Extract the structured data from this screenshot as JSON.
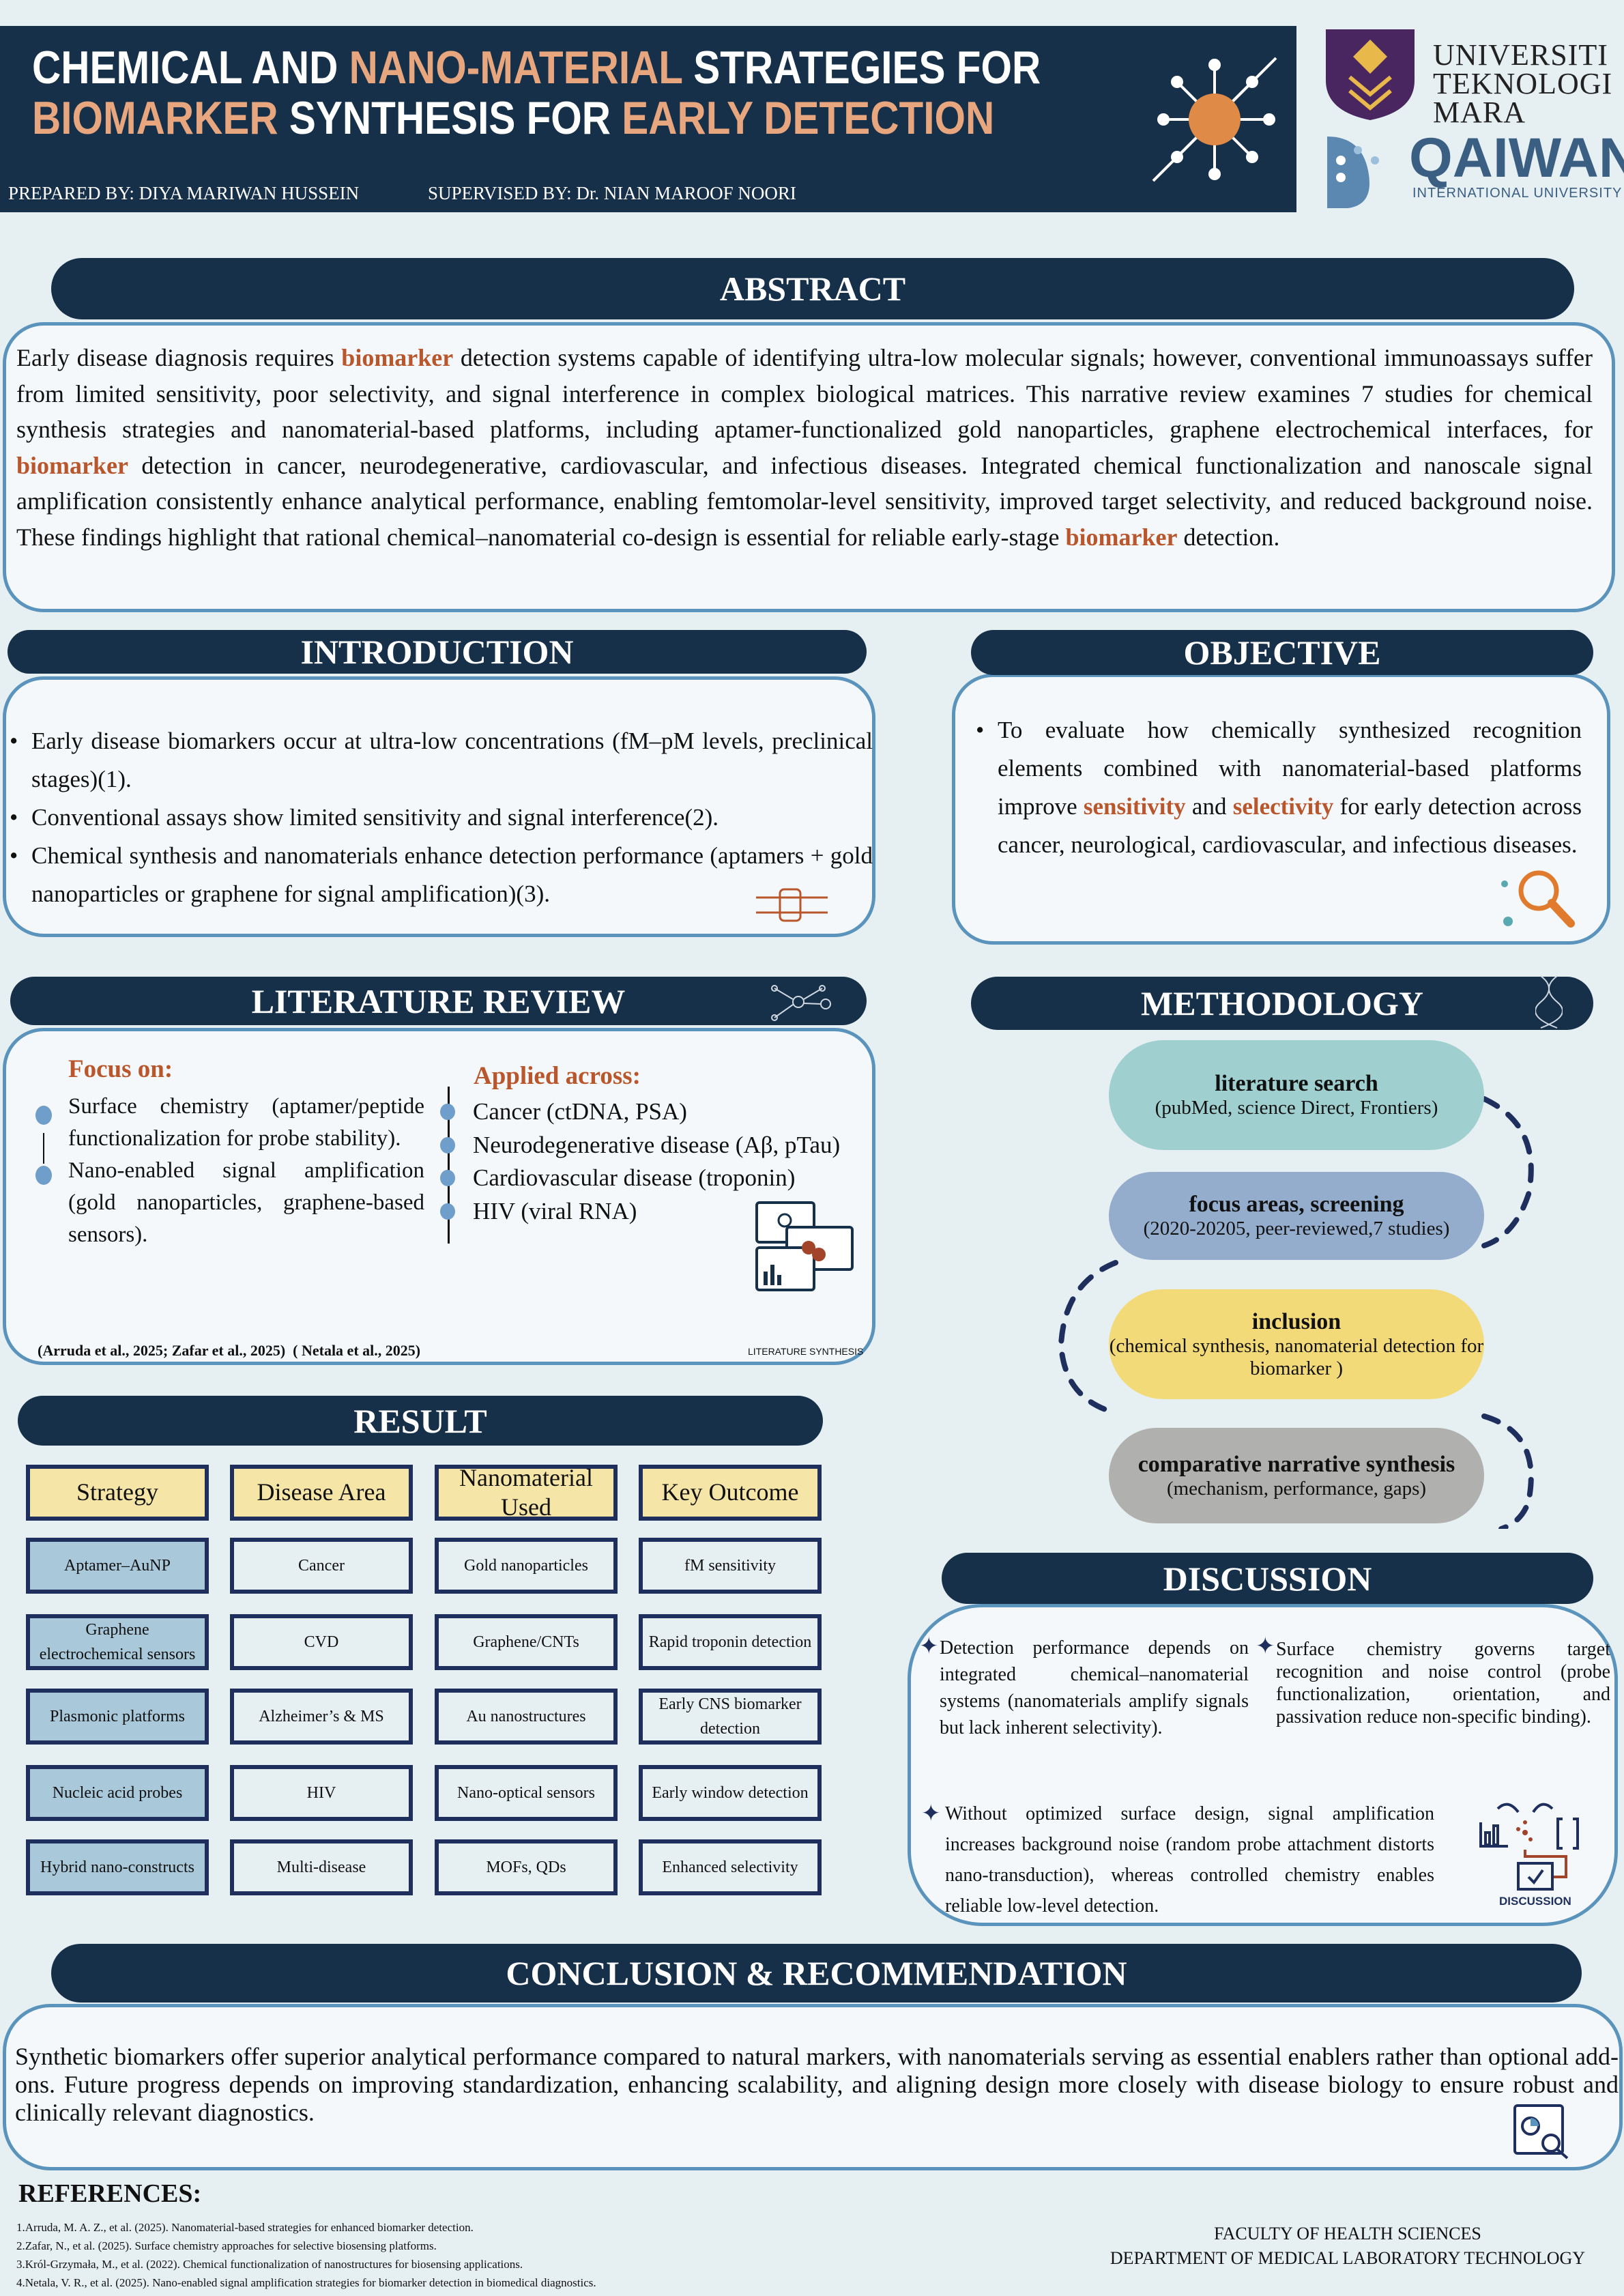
{
  "header": {
    "title_line1": [
      {
        "t": "CHEMICAL AND ",
        "c": "w"
      },
      {
        "t": "NANO-MATERIAL",
        "c": "o"
      },
      {
        "t": " STRATEGIES FOR",
        "c": "w"
      }
    ],
    "title_line2": [
      {
        "t": "BIOMARKER",
        "c": "o"
      },
      {
        "t": " SYNTHESIS FOR ",
        "c": "w"
      },
      {
        "t": "EARLY DETECTION",
        "c": "o"
      }
    ],
    "prepared_by": "PREPARED BY: DIYA MARIWAN HUSSEIN",
    "supervised_by": "SUPERVISED BY: Dr. NIAN MAROOF NOORI",
    "logo1": {
      "line1": "UNIVERSITI",
      "line2": "TEKNOLOGI",
      "line3": "MARA"
    },
    "logo2": {
      "name": "QAIWAN",
      "sub": "INTERNATIONAL UNIVERSITY"
    }
  },
  "abstract": {
    "title": "ABSTRACT",
    "p1": "Early disease diagnosis requires ",
    "kw": "biomarker",
    "p2": " detection systems capable of identifying ultra-low molecular signals; however, conventional immunoassays suffer from limited sensitivity, poor selectivity, and signal interference in complex biological matrices. This narrative review examines 7 studies for chemical synthesis strategies and nanomaterial-based platforms, including aptamer-functionalized gold nanoparticles, graphene electrochemical interfaces, for ",
    "p3": " detection in cancer, neurodegenerative, cardiovascular, and infectious diseases. Integrated chemical functionalization and nanoscale signal amplification consistently enhance analytical performance, enabling femtomolar-level sensitivity, improved target selectivity, and reduced background noise. These findings highlight that rational chemical–nanomaterial co-design is essential for reliable early-stage ",
    "p4": " detection."
  },
  "introduction": {
    "title": "INTRODUCTION",
    "items": [
      "Early disease biomarkers occur at ultra-low concentrations (fM–pM levels, preclinical stages)(1).",
      "Conventional assays show limited sensitivity and signal interference(2).",
      "Chemical synthesis and nanomaterials enhance detection performance (aptamers + gold nanoparticles or graphene for signal amplification)(3)."
    ]
  },
  "objective": {
    "title": "OBJECTIVE",
    "p1": "To evaluate how chemically synthesized recognition elements combined with nanomaterial-based platforms improve ",
    "kw1": "sensitivity",
    "p2": " and ",
    "kw2": "selectivity",
    "p3": " for early detection across cancer, neurological, cardiovascular, and infectious diseases."
  },
  "literature": {
    "title": "LITERATURE REVIEW",
    "focus_title": "Focus on:",
    "focus": [
      "Surface chemistry (aptamer/peptide functionalization for probe stability).",
      "Nano-enabled signal amplification (gold nanoparticles, graphene-based sensors)."
    ],
    "applied_title": "Applied across:",
    "applied": [
      "Cancer (ctDNA, PSA)",
      "Neurodegenerative disease (Aβ, pTau)",
      "Cardiovascular disease (troponin)",
      "HIV (viral RNA)"
    ],
    "citation": "(Arruda et al., 2025; Zafar et al., 2025)  ( Netala et al., 2025)",
    "icon_label": "LITERATURE SYNTHESIS"
  },
  "methodology": {
    "title": "METHODOLOGY",
    "steps": [
      {
        "title": "literature search",
        "desc": "(pubMed, science Direct, Frontiers)",
        "color": "#9fcfcf"
      },
      {
        "title": "focus areas, screening",
        "desc": "(2020-20205, peer-reviewed,7 studies)",
        "color": "#94adcd"
      },
      {
        "title": "inclusion",
        "desc": "(chemical synthesis, nanomaterial detection for biomarker )",
        "color": "#f3da78"
      },
      {
        "title": "comparative narrative synthesis",
        "desc": "(mechanism, performance, gaps)",
        "color": "#b0b0ae"
      }
    ]
  },
  "result": {
    "title": "RESULT",
    "headers": [
      "Strategy",
      "Disease Area",
      "Nanomaterial Used",
      "Key Outcome"
    ],
    "rows": [
      [
        "Aptamer–AuNP",
        "Cancer",
        "Gold nanoparticles",
        "fM sensitivity"
      ],
      [
        "Graphene electrochemical sensors",
        "CVD",
        "Graphene/CNTs",
        "Rapid troponin detection"
      ],
      [
        "Plasmonic platforms",
        "Alzheimer’s & MS",
        "Au nanostructures",
        "Early CNS biomarker detection"
      ],
      [
        "Nucleic acid probes",
        "HIV",
        "Nano-optical sensors",
        "Early window detection"
      ],
      [
        "Hybrid nano-constructs",
        "Multi-disease",
        "MOFs, QDs",
        "Enhanced selectivity"
      ]
    ]
  },
  "discussion": {
    "title": "DISCUSSION",
    "points": [
      "Detection performance depends on integrated chemical–nanomaterial systems (nanomaterials amplify signals but lack inherent selectivity).",
      "Surface chemistry governs target recognition and noise control (probe functionalization, orientation, and passivation reduce non-specific binding).",
      "Without optimized surface design, signal amplification increases background noise (random probe attachment distorts nano-transduction), whereas controlled chemistry enables reliable low-level detection."
    ],
    "icon_label": "DISCUSSION"
  },
  "conclusion": {
    "title": "CONCLUSION & RECOMMENDATION",
    "text": "Synthetic biomarkers offer superior analytical performance compared to natural markers, with nanomaterials serving as essential enablers rather than optional add-ons. Future progress depends on improving standardization, enhancing scalability, and aligning design more closely with disease biology to ensure robust and clinically relevant diagnostics."
  },
  "references": {
    "title": "REFERENCES:",
    "items": [
      "1.Arruda, M. A. Z., et al. (2025). Nanomaterial-based strategies for enhanced biomarker detection.",
      "2.Zafar, N., et al. (2025). Surface chemistry approaches for selective biosensing platforms.",
      "3.Król-Grzymała, M., et al. (2022). Chemical functionalization of nanostructures for biosensing applications.",
      "4.Netala, V. R., et al. (2025). Nano-enabled signal amplification strategies for biomarker detection in biomedical diagnostics."
    ]
  },
  "footer": {
    "line1": "FACULTY OF HEALTH SCIENCES",
    "line2": "DEPARTMENT OF MEDICAL LABORATORY TECHNOLOGY"
  },
  "colors": {
    "navy": "#16304a",
    "accent": "#e8a67f",
    "keyword": "#b9562b",
    "border": "#5a93bb"
  }
}
